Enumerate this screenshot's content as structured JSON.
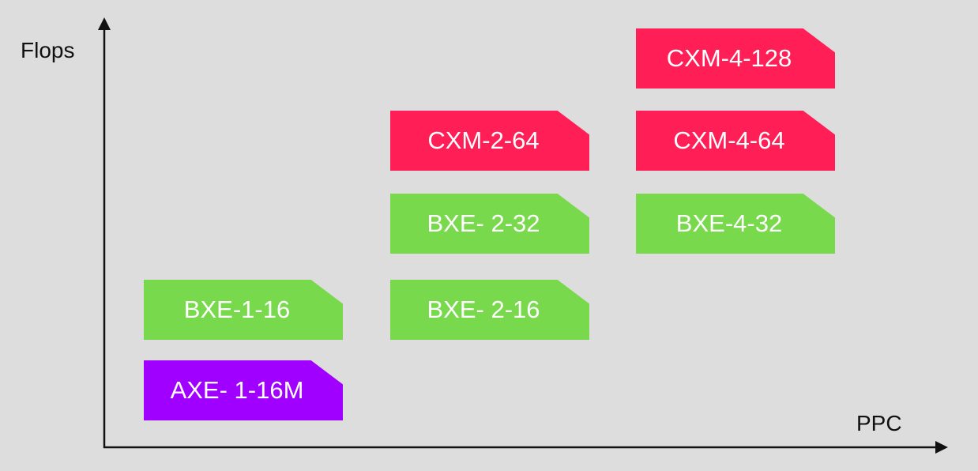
{
  "colors": {
    "cxm": "#ff1e55",
    "bxe": "#79d94c",
    "axe": "#a000ff",
    "axis": "#111111",
    "background": "#dddddd"
  },
  "axes": {
    "y_label": "Flops",
    "x_label": "PPC"
  },
  "blocks": [
    {
      "label": "CXM-4-128",
      "family": "cxm",
      "ppc_col": 3,
      "flops_row": 5
    },
    {
      "label": "CXM-2-64",
      "family": "cxm",
      "ppc_col": 2,
      "flops_row": 4
    },
    {
      "label": "CXM-4-64",
      "family": "cxm",
      "ppc_col": 3,
      "flops_row": 4
    },
    {
      "label": "BXE- 2-32",
      "family": "bxe",
      "ppc_col": 2,
      "flops_row": 3
    },
    {
      "label": "BXE-4-32",
      "family": "bxe",
      "ppc_col": 3,
      "flops_row": 3
    },
    {
      "label": "BXE-1-16",
      "family": "bxe",
      "ppc_col": 1,
      "flops_row": 2
    },
    {
      "label": "BXE- 2-16",
      "family": "bxe",
      "ppc_col": 2,
      "flops_row": 2
    },
    {
      "label": "AXE- 1-16M",
      "family": "axe",
      "ppc_col": 1,
      "flops_row": 1
    }
  ]
}
